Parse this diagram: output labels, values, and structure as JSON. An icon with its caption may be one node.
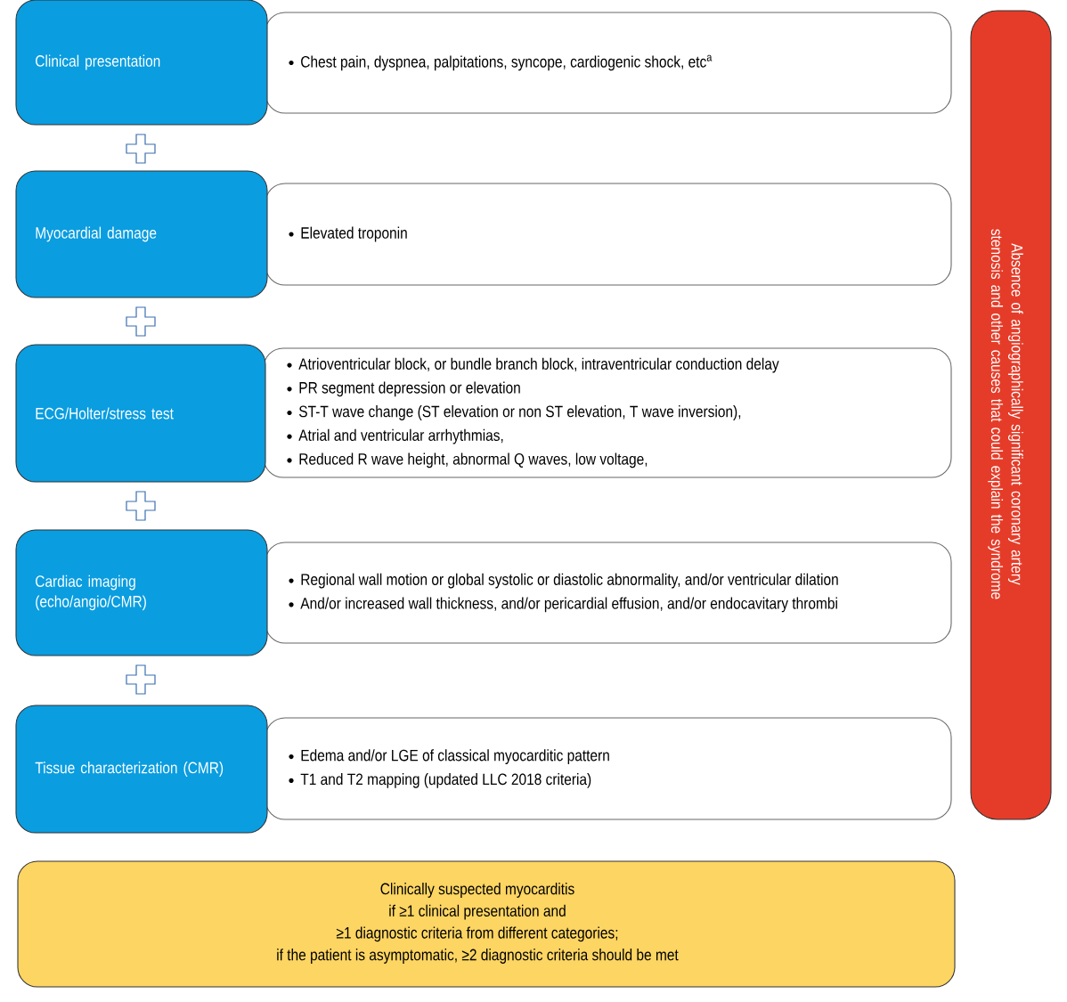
{
  "diagram": {
    "nodes": [
      {
        "text": [
          "Clinical presentation"
        ]
      },
      {
        "text": [
          "Chest pain, dyspnea, palpitations, syncope, cardiogenic shock, etc$^{a}$"
        ]
      },
      {
        "text": [
          "Myocardial damage"
        ]
      },
      {
        "text": [
          "Elevated troponin"
        ]
      },
      {
        "text": [
          "ECG/Holter/stress test"
        ]
      },
      {
        "text": [
          "Atrioventricular block, or bundle branch block, intraventricular conduction delay",
          "PR segment depression or elevation",
          "ST-T wave change (ST elevation or non ST elevation, T wave inversion),",
          "Atrial and ventricular arrhythmias,",
          "Reduced R wave height, abnormal Q waves, low voltage,"
        ]
      },
      {
        "text": [
          "Cardiac imaging (echo/angio/CMR)"
        ]
      },
      {
        "text": [
          "Regional wall motion or global systolic or diastolic abnormality, and/or ventricular dilation",
          "And/or increased wall thickness, and/or pericardial effusion, and/or endocavitary thrombi"
        ]
      },
      {
        "text": [
          "Tissue characterization (CMR)"
        ]
      },
      {
        "text": [
          "Edema and/or LGE of classical myocarditic pattern",
          "T1 and T2 mapping (updated LLC 2018 criteria)"
        ]
      },
      {
        "text": [
          "Absence of angiographically significant coronary artery stenosis and other causes that could explain the syndrome"
        ]
      },
      {
        "text": [
          "Clinically suspected myocarditis",
          "if ≥1 clinical presentation and",
          "≥1 diagnostic criteria from different categories;",
          "if the patient is asymptomatic, ≥2 diagnostic criteria should be met"
        ]
      }
    ]
  }
}
